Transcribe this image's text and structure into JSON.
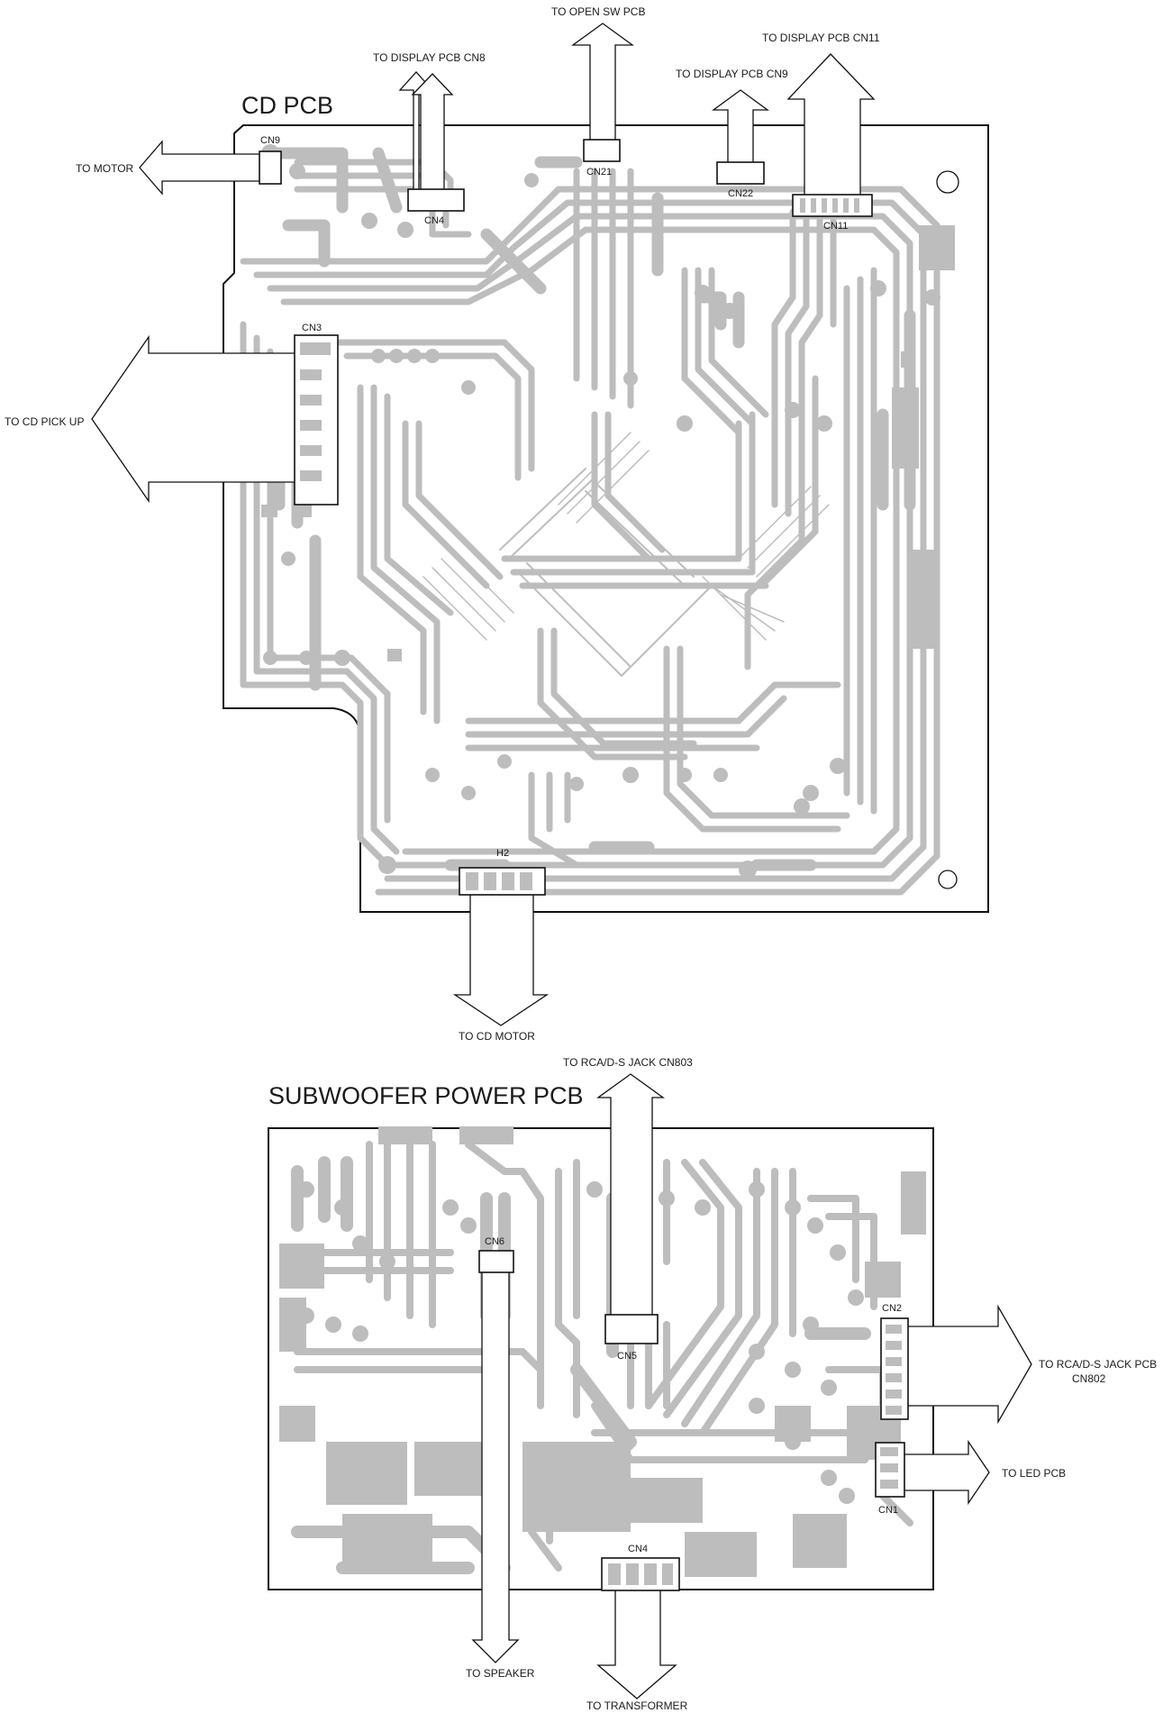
{
  "cd_pcb": {
    "title": "CD PCB",
    "connectors": {
      "cn9": "CN9",
      "cn4": "CN4",
      "cn21": "CN21",
      "cn22": "CN22",
      "cn11": "CN11",
      "cn3": "CN3",
      "h2": "H2"
    },
    "destinations": {
      "motor": "TO MOTOR",
      "display_cn8": "TO DISPLAY PCB CN8",
      "open_sw": "TO OPEN SW PCB",
      "display_cn9": "TO DISPLAY PCB CN9",
      "display_cn11": "TO DISPLAY PCB CN11",
      "cd_pickup": "TO CD PICK UP",
      "cd_motor": "TO CD MOTOR"
    }
  },
  "subwoofer_pcb": {
    "title": "SUBWOOFER POWER PCB",
    "connectors": {
      "cn6": "CN6",
      "cn5": "CN5",
      "cn2": "CN2",
      "cn1": "CN1",
      "cn4": "CN4"
    },
    "destinations": {
      "rca_cn803": "TO RCA/D-S JACK CN803",
      "rca_pcb_line1": "TO RCA/D-S JACK PCB",
      "rca_pcb_line2": "CN802",
      "led_pcb": "TO LED PCB",
      "speaker": "TO SPEAKER",
      "transformer": "TO TRANSFORMER"
    }
  },
  "colors": {
    "trace": "#bdbdbd",
    "outline": "#111111",
    "background": "#ffffff"
  }
}
